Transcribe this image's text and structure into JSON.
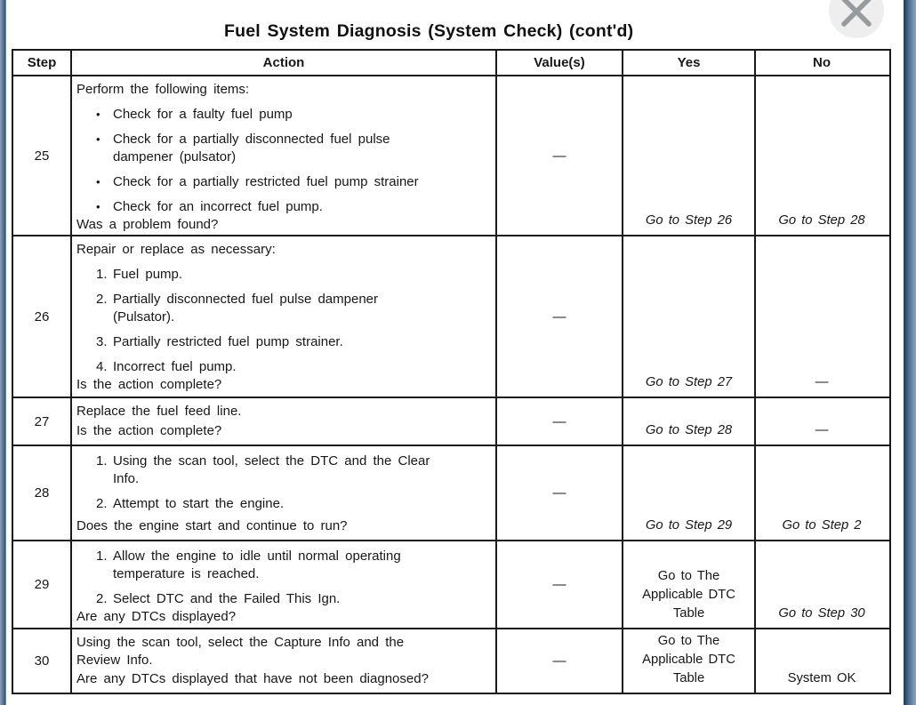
{
  "title": "Fuel System Diagnosis (System Check) (cont'd)",
  "close_button": {
    "icon": "x-icon"
  },
  "table": {
    "headers": [
      "Step",
      "Action",
      "Value(s)",
      "Yes",
      "No"
    ],
    "rows": [
      {
        "step": "25",
        "intro": "Perform the following items:",
        "list_style": "bullet",
        "items": [
          "Check for a faulty fuel pump",
          "Check for a partially disconnected fuel pulse\ndampener (pulsator)",
          "Check for a partially restricted fuel pump strainer",
          "Check for an incorrect fuel pump."
        ],
        "question": "Was a problem found?",
        "value": "—",
        "yes": {
          "lines": [
            "Go to Step 26"
          ],
          "italic": true
        },
        "no": {
          "lines": [
            "Go to Step 28"
          ],
          "italic": true
        }
      },
      {
        "step": "26",
        "intro": "Repair or replace as necessary:",
        "list_style": "number",
        "items": [
          "Fuel pump.",
          "Partially disconnected fuel pulse dampener\n(Pulsator).",
          "Partially restricted fuel pump strainer.",
          "Incorrect fuel pump."
        ],
        "question": "Is the action complete?",
        "value": "—",
        "yes": {
          "lines": [
            "Go to Step 27"
          ],
          "italic": true
        },
        "no": {
          "lines": [
            "—"
          ],
          "italic": false
        }
      },
      {
        "step": "27",
        "intro": "Replace the fuel feed line.",
        "list_style": "none",
        "items": [],
        "question": "Is the action complete?",
        "value": "—",
        "yes": {
          "lines": [
            "Go to Step 28"
          ],
          "italic": true
        },
        "no": {
          "lines": [
            "—"
          ],
          "italic": false
        }
      },
      {
        "step": "28",
        "intro": "",
        "list_style": "number",
        "items": [
          "Using the scan tool, select the DTC and the Clear\nInfo.",
          "Attempt to start the engine."
        ],
        "question": "Does the engine start and continue to run?",
        "value": "—",
        "yes": {
          "lines": [
            "Go to Step 29"
          ],
          "italic": true
        },
        "no": {
          "lines": [
            "Go to Step 2"
          ],
          "italic": true
        }
      },
      {
        "step": "29",
        "intro": "",
        "list_style": "number",
        "items": [
          "Allow the engine to idle until normal operating\ntemperature is reached.",
          "Select DTC and the Failed This Ign."
        ],
        "question": "Are any DTCs displayed?",
        "value": "—",
        "yes": {
          "lines": [
            "Go to The",
            "Applicable DTC",
            "Table"
          ],
          "italic": false
        },
        "no": {
          "lines": [
            "Go to Step 30"
          ],
          "italic": true
        }
      },
      {
        "step": "30",
        "intro": "Using the scan tool, select the Capture Info and the\nReview Info.",
        "list_style": "none",
        "items": [],
        "question": "Are any DTCs displayed that have not been diagnosed?",
        "value": "—",
        "yes": {
          "lines": [
            "Go to The",
            "Applicable DTC",
            "Table"
          ],
          "italic": false
        },
        "no": {
          "lines": [
            "System OK"
          ],
          "italic": false
        }
      }
    ]
  }
}
